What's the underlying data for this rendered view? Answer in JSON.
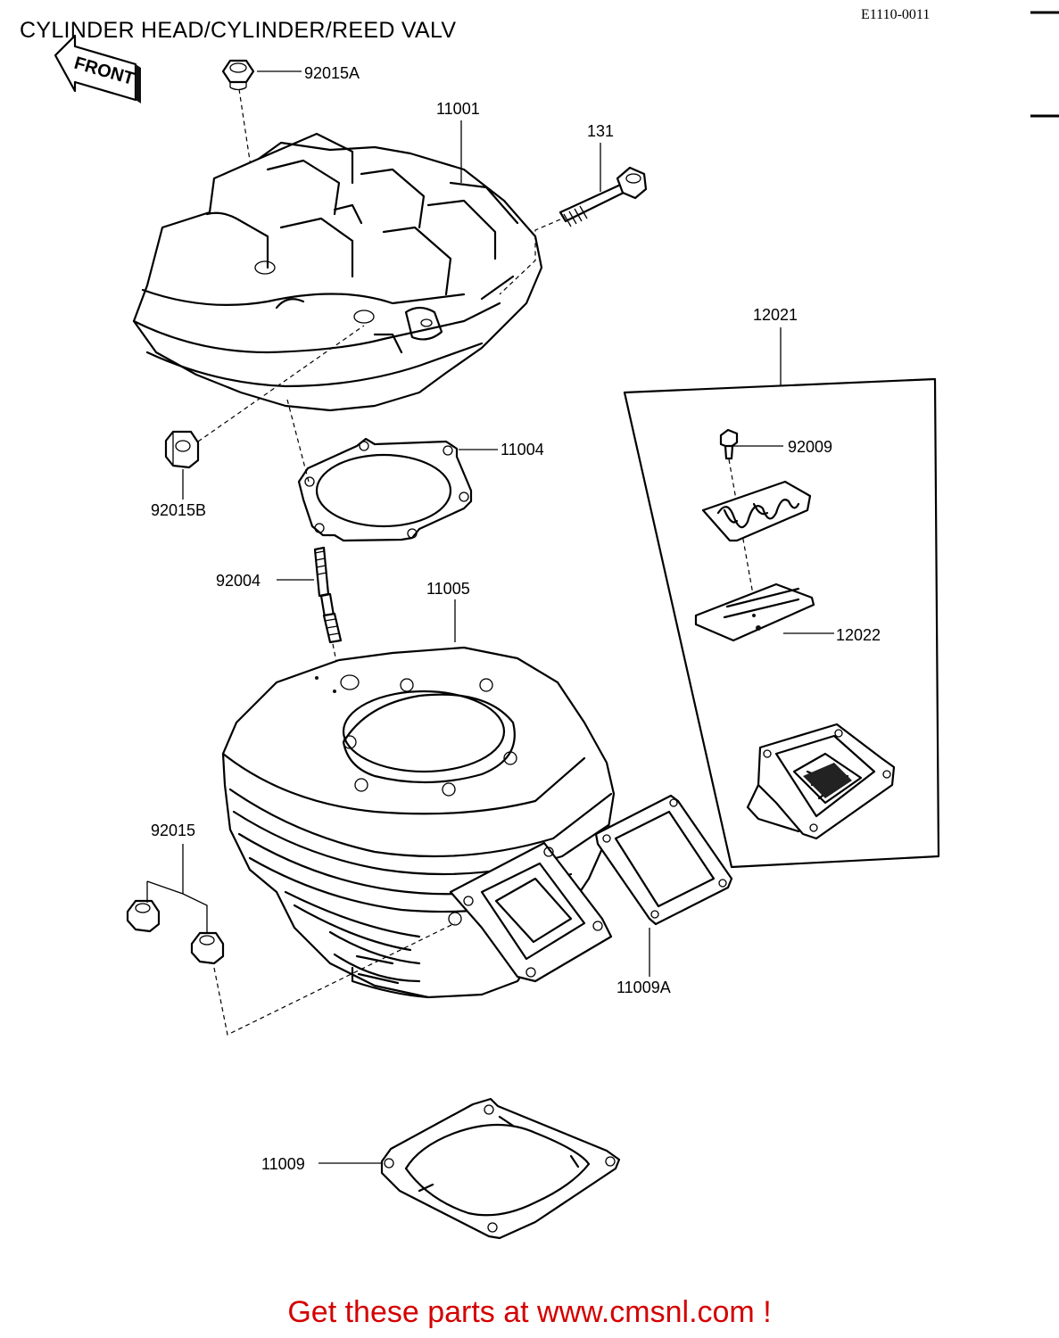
{
  "header": {
    "title": "CYLINDER HEAD/CYLINDER/REED VALV",
    "diagram_code": "E1110-0011"
  },
  "front_tag": "FRONT",
  "parts": {
    "p92015A": "92015A",
    "p11001": "11001",
    "p131": "131",
    "p12021": "12021",
    "p92009": "92009",
    "p11004": "11004",
    "p92015B": "92015B",
    "p92004": "92004",
    "p11005": "11005",
    "p12022": "12022",
    "p92015": "92015",
    "p11009A": "11009A",
    "p11009": "11009"
  },
  "footer": {
    "cta": "Get these parts at www.cmsnl.com !"
  }
}
